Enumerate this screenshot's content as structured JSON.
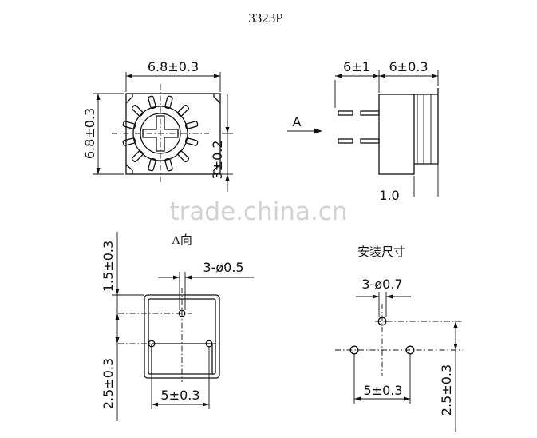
{
  "title": "3323P",
  "top_view": {
    "width_dim": "6.8±0.3",
    "height_dim": "6.8±0.3",
    "side_dim": "3±0.2"
  },
  "side_view": {
    "lead_dim": "6±1",
    "body_dim": "6±0.3",
    "view_arrow": "A",
    "bottom_dim": "1.0"
  },
  "view_a": {
    "label": "A向",
    "pin_dim": "3-ø0.5",
    "upper_dim": "1.5±0.3",
    "lower_dim": "2.5±0.3",
    "pitch_dim": "5±0.3"
  },
  "mounting": {
    "label": "安装尺寸",
    "hole_dim": "3-ø0.7",
    "pitch_dim": "5±0.3",
    "height_dim": "2.5±0.3"
  },
  "watermark": "trade.china.cn"
}
